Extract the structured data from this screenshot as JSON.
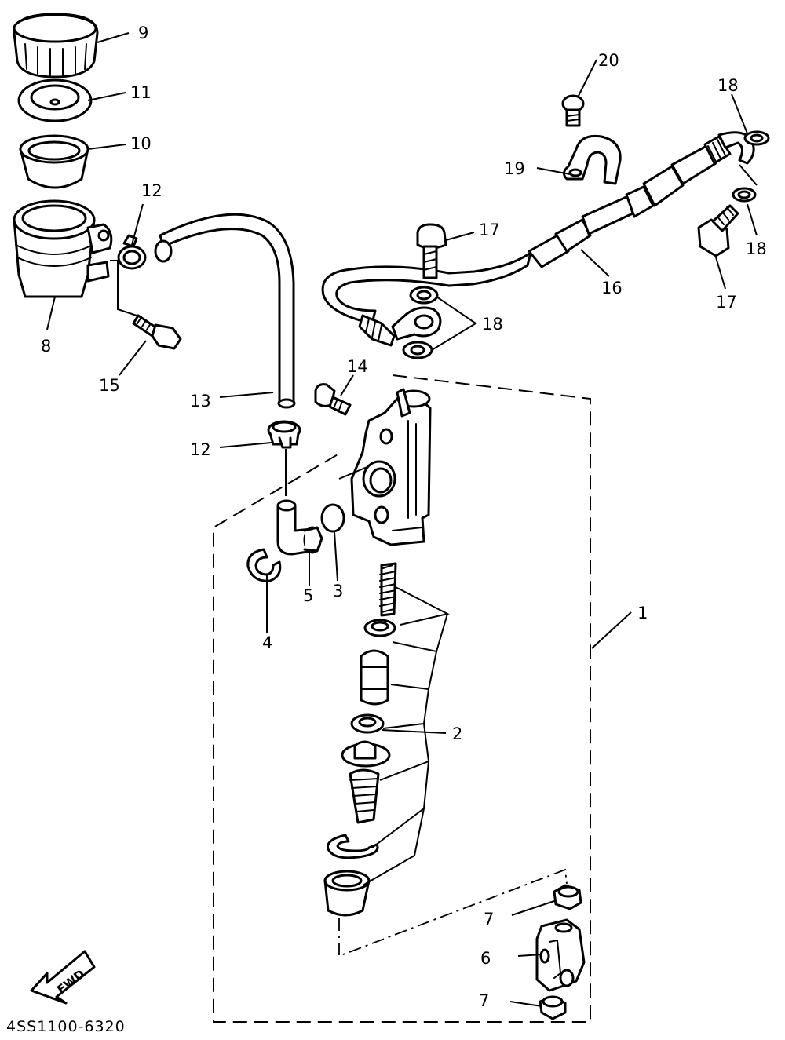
{
  "diagram_code": "4SS1100-6320",
  "fwd_label": "FWD",
  "callouts": {
    "c1": "1",
    "c2": "2",
    "c3": "3",
    "c4": "4",
    "c5": "5",
    "c6": "6",
    "c7_top": "7",
    "c7_bottom": "7",
    "c8": "8",
    "c9": "9",
    "c10": "10",
    "c11": "11",
    "c12_top": "12",
    "c12_mid": "12",
    "c13": "13",
    "c14": "14",
    "c15": "15",
    "c16": "16",
    "c17_top": "17",
    "c17_right": "17",
    "c18_top_right": "18",
    "c18_right": "18",
    "c18_mid": "18",
    "c19": "19",
    "c20": "20"
  }
}
